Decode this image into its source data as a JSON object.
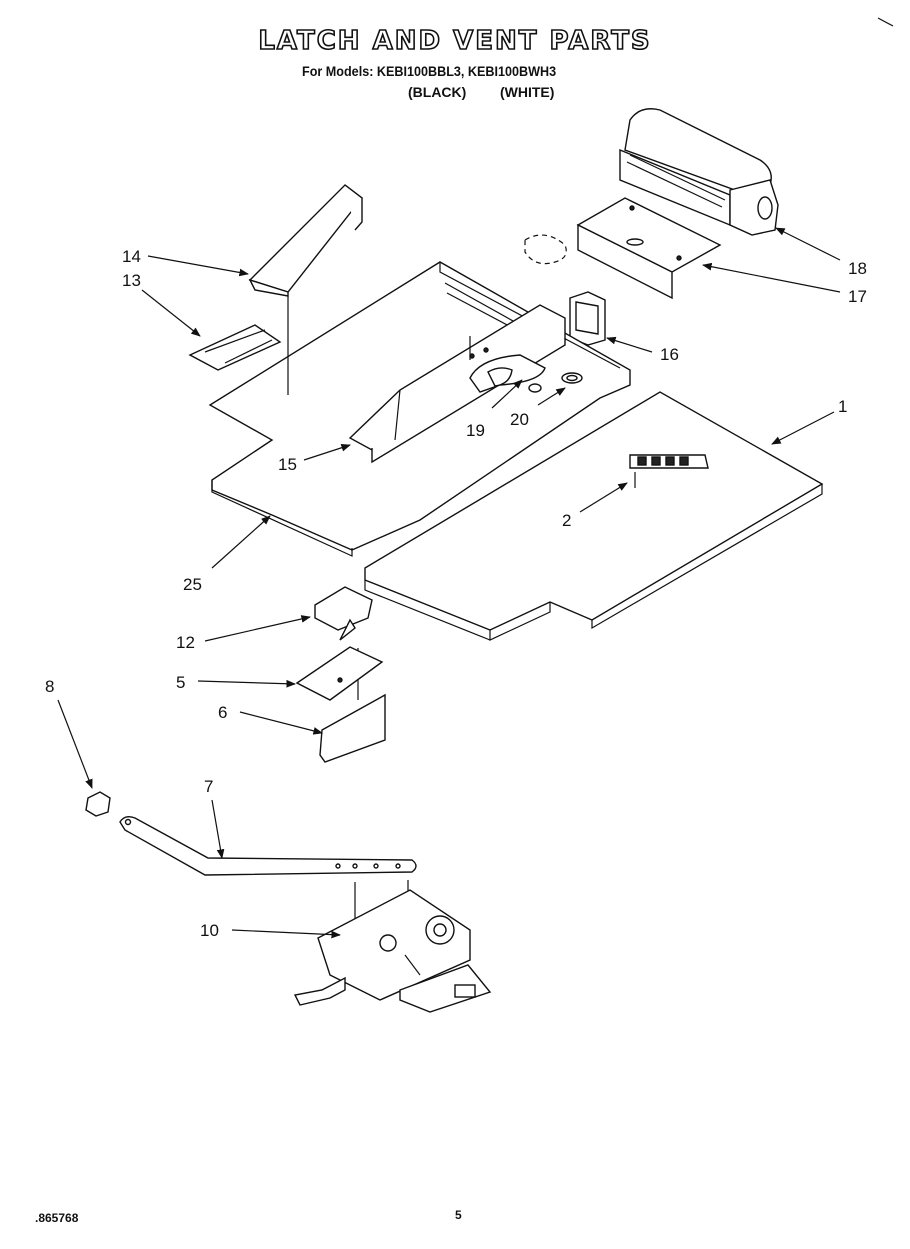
{
  "header": {
    "title": "LATCH AND VENT PARTS",
    "models_line": "For Models: KEBI100BBL3, KEBI100BWH3",
    "variant_black": "(BLACK)",
    "variant_white": "(WHITE)"
  },
  "callouts": [
    {
      "id": "14",
      "label": "14"
    },
    {
      "id": "13",
      "label": "13"
    },
    {
      "id": "18",
      "label": "18"
    },
    {
      "id": "17",
      "label": "17"
    },
    {
      "id": "16",
      "label": "16"
    },
    {
      "id": "1",
      "label": "1"
    },
    {
      "id": "19",
      "label": "19"
    },
    {
      "id": "20",
      "label": "20"
    },
    {
      "id": "15",
      "label": "15"
    },
    {
      "id": "2",
      "label": "2"
    },
    {
      "id": "25",
      "label": "25"
    },
    {
      "id": "12",
      "label": "12"
    },
    {
      "id": "5",
      "label": "5"
    },
    {
      "id": "8",
      "label": "8"
    },
    {
      "id": "6",
      "label": "6"
    },
    {
      "id": "7",
      "label": "7"
    },
    {
      "id": "10",
      "label": "10"
    }
  ],
  "footer": {
    "doc_number": ".865768",
    "page_number": "5"
  }
}
